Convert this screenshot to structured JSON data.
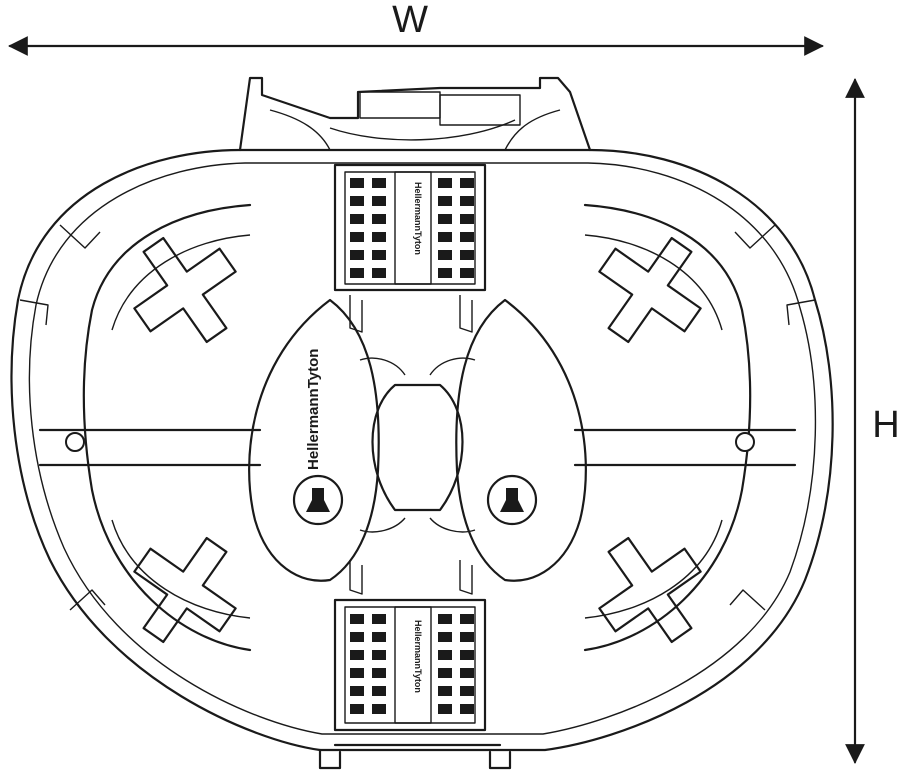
{
  "dimensions": {
    "width_label": "W",
    "height_label": "H"
  },
  "branding": {
    "center_text": "HellermannTyton",
    "top_module_text": "HellermannTyton",
    "bottom_module_text": "HellermannTyton"
  },
  "colors": {
    "line": "#1a1a1a",
    "background": "#ffffff"
  }
}
